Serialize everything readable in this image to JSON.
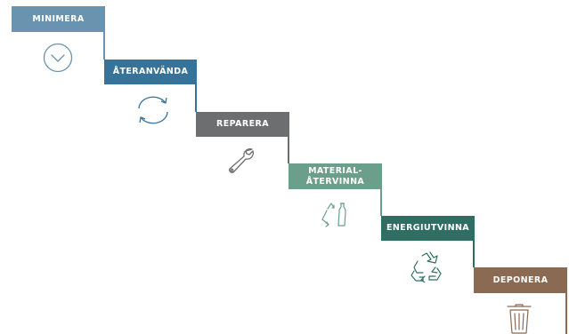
{
  "steps": [
    {
      "id": "minimera",
      "label": "MINIMERA",
      "color": "#6a93b0",
      "icon": "chevron-down-circle-icon"
    },
    {
      "id": "ateranvanda",
      "label": "ÅTERANVÄNDA",
      "color": "#36739b",
      "icon": "cycle-arrows-icon"
    },
    {
      "id": "reparera",
      "label": "REPARERA",
      "color": "#6d6e70",
      "icon": "wrench-icon"
    },
    {
      "id": "materialatervinna",
      "label_line1": "MATERIAL-",
      "label_line2": "ÅTERVINNA",
      "color": "#6c9e8c",
      "icon": "bottle-recycle-icon"
    },
    {
      "id": "energiutvinna",
      "label": "ENERGIUTVINNA",
      "color": "#2f6e63",
      "icon": "recycle-symbol-icon"
    },
    {
      "id": "deponera",
      "label": "DEPONERA",
      "color": "#8a6a52",
      "icon": "trash-can-icon"
    }
  ]
}
